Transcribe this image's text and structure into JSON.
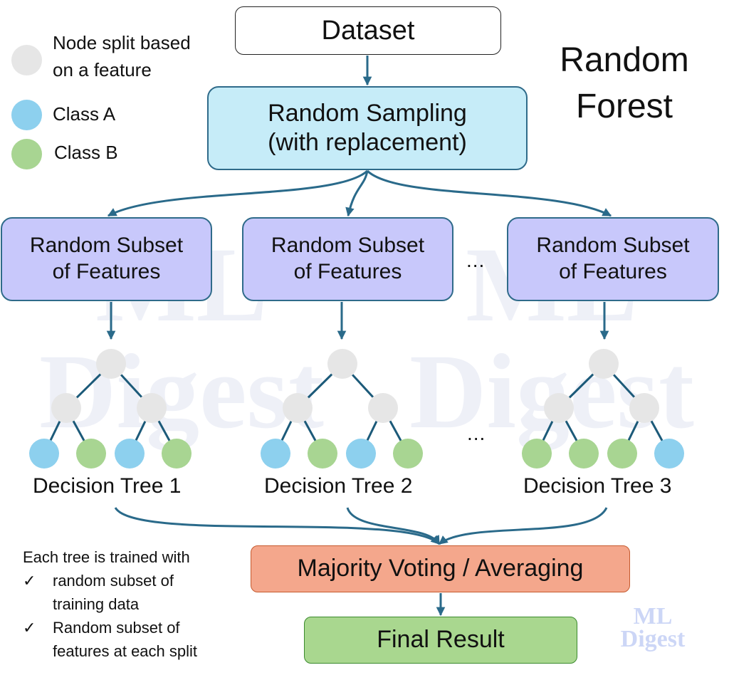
{
  "title": [
    "Random",
    "Forest"
  ],
  "legend": [
    {
      "lines": [
        "Node split based",
        "on a feature"
      ],
      "color": "#e6e6e6"
    },
    {
      "lines": [
        "Class A"
      ],
      "color": "#8dd0ee"
    },
    {
      "lines": [
        "Class B"
      ],
      "color": "#a8d592"
    }
  ],
  "dataset": "Dataset",
  "sampling": [
    "Random Sampling",
    "(with replacement)"
  ],
  "subsets": [
    [
      "Random Subset",
      "of Features"
    ],
    [
      "Random Subset",
      "of Features"
    ],
    [
      "Random Subset",
      "of Features"
    ]
  ],
  "ellipsis": "...",
  "trees": [
    {
      "label": "Decision Tree 1",
      "leaves": [
        "A",
        "B",
        "A",
        "B"
      ]
    },
    {
      "label": "Decision Tree 2",
      "leaves": [
        "A",
        "B",
        "A",
        "B"
      ]
    },
    {
      "label": "Decision Tree 3",
      "leaves": [
        "B",
        "B",
        "B",
        "A"
      ]
    }
  ],
  "vote": "Majority Voting / Averaging",
  "final": "Final Result",
  "notes": {
    "heading": "Each tree is trained with",
    "check": "✓",
    "items": [
      [
        "random subset of",
        "training data"
      ],
      [
        "Random subset of",
        "features at each split"
      ]
    ]
  },
  "watermark": [
    "ML",
    "Digest"
  ],
  "colors": {
    "node": "#e6e6e6",
    "class_a": "#8dd0ee",
    "class_b": "#a8d592",
    "edge": "#1c5a79",
    "arrow": "#2a6a8a"
  }
}
